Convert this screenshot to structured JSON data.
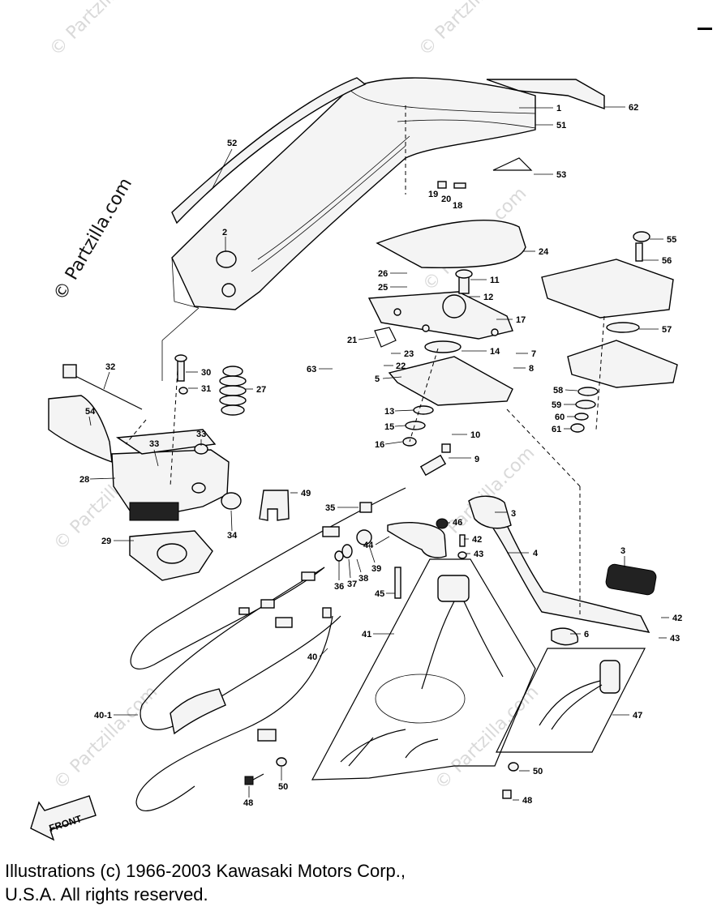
{
  "watermarks": {
    "main": "© Partzilla.com",
    "faint": "© Partzilla.com"
  },
  "parts": [
    "1",
    "2",
    "3",
    "3",
    "4",
    "5",
    "6",
    "7",
    "8",
    "9",
    "10",
    "11",
    "12",
    "13",
    "14",
    "15",
    "16",
    "17",
    "18",
    "19",
    "20",
    "21",
    "22",
    "23",
    "24",
    "25",
    "26",
    "27",
    "28",
    "29",
    "30",
    "31",
    "32",
    "33",
    "33",
    "34",
    "35",
    "36",
    "37",
    "38",
    "39",
    "40",
    "40-1",
    "41",
    "42",
    "42",
    "43",
    "43",
    "44",
    "45",
    "46",
    "47",
    "48",
    "48",
    "49",
    "50",
    "50",
    "51",
    "52",
    "53",
    "54",
    "55",
    "56",
    "57",
    "58",
    "59",
    "60",
    "61",
    "62",
    "63"
  ],
  "front_label": "FRONT",
  "footer": {
    "line1": "Illustrations (c) 1966-2003 Kawasaki Motors Corp.,",
    "line2": "U.S.A.  All rights reserved."
  }
}
